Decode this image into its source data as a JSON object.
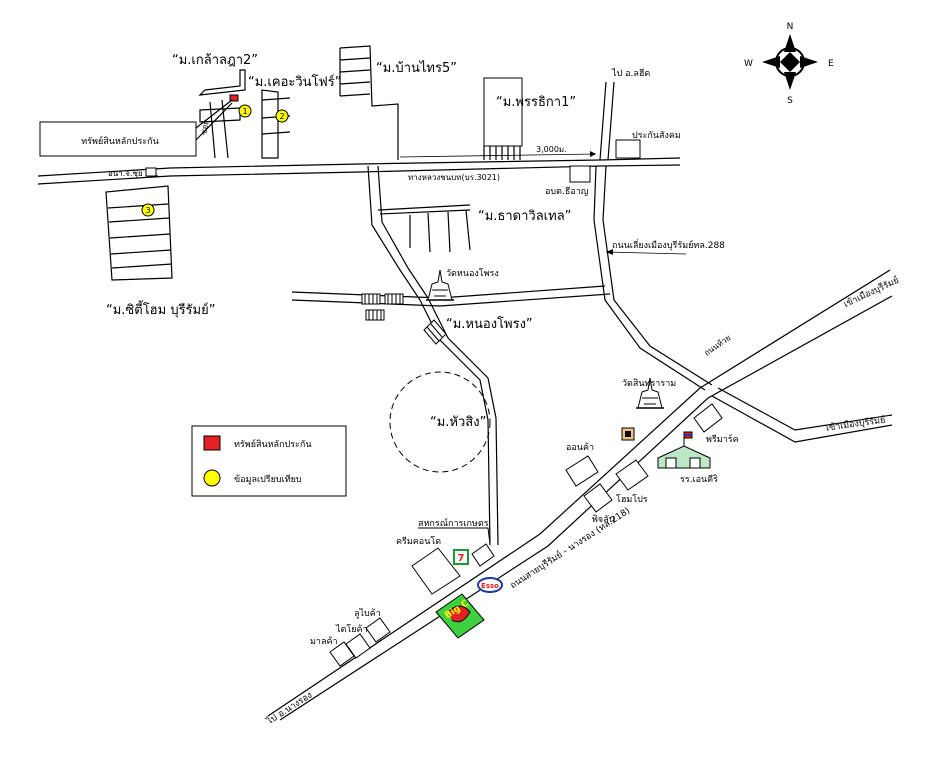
{
  "labels": {
    "village_klaladhu2": "“ม.เกล้าลฎา2”",
    "village_kherawinfair": "“ม.เคอะวินโฟร์”",
    "village_banthai5": "“ม.บ้านไทร5”",
    "village_phonrika1": "“ม.พรรธิกา1”",
    "asset_box": "ทรัพย์สินหลักประกัน",
    "to_kusuk": "ไป อ.ลฮีด",
    "prakan_sangkhom": "ประกันสังคม",
    "distance": "3,000ม.",
    "an_chao": "อนา.จ.ชุ่ย",
    "highway_3021": "ทางหลวงชนบท(บร.3021)",
    "obor_sor": "อบต.ธีอาญ",
    "village_thara": "“ม.ธาดาวิลเทล”",
    "bypass_road": "ถนนเลี่ยงเมืองบุรีรัมย์ทล.288",
    "wat_nongphong": "วัดหนองโพรง",
    "village_citihome": "“ม.ซิตี้โฮม บุรีรัมย์”",
    "village_nongphong": "“ม.หนองโพรง”",
    "to_buriram_top": "เข้าเมืองบุรีรัมย์",
    "to_buriram_mid": "เข้าเมืองบุรีรัมย์",
    "ban_bua": "ถนนห้วย",
    "wat_sinthararam": "วัดสินทราราม",
    "village_huasing": "“ม.หัวสิง”",
    "om_kha": "ออนค้า",
    "phrimart": "พรีมาร์ค",
    "school": "รร.เอนคีริ",
    "homepro": "โฮมโปร",
    "phisan": "พิจลัน",
    "main_road": "ถนนสายบุรีรัมย์ - นางรอง (ทล.218)",
    "agri_coop": "สหกรณ์การเกษตร",
    "krim_con": "ครีมคอนโด",
    "lupkha": "ลูไบค้า",
    "taipaika": "ไตโยค้า",
    "maleka": "มาลค้า",
    "to_nangrong": "ไป อ.นางรอง",
    "legend_asset": "ทรัพย์สินหลักประกัน",
    "legend_compare": "ข้อมูลเปรียบเทียบ",
    "esso": "Esso",
    "big_c": "Big C",
    "seven": "7"
  },
  "compass": {
    "n": "N",
    "s": "S",
    "e": "E",
    "w": "W"
  },
  "markers": [
    "1",
    "2",
    "3"
  ],
  "colors": {
    "asset_red": "#e52020",
    "compare_yellow": "#ffff00",
    "bigc_green": "#3fcf3f",
    "bigc_red": "#e52020",
    "school_green": "#bde8c8",
    "esso_blue": "#1f3aa0"
  }
}
